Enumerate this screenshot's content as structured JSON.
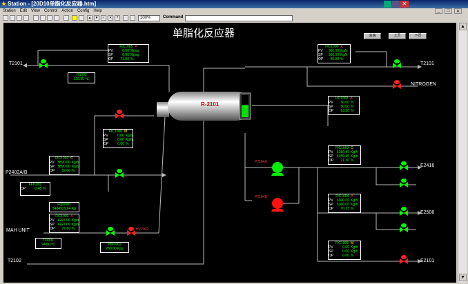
{
  "window": {
    "title": "Station - [20D10单脂化反应器.htm]"
  },
  "menu": [
    "Station",
    "Edit",
    "View",
    "Control",
    "Action",
    "Config",
    "Help"
  ],
  "toolbar": {
    "zoom": "100%",
    "command_label": "Command",
    "command_value": ""
  },
  "page": {
    "title": "单脂化反应器"
  },
  "nav": {
    "btn1": "总貌",
    "btn2": "上页",
    "btn3": "下页"
  },
  "reactor": {
    "name": "R-2101",
    "level_fraction": 0.55
  },
  "lines": {
    "t2101_left": "T2101",
    "t2101_right": "T2101",
    "nitrogen": "NITROGEN",
    "p2402": "P2402A/B",
    "e2416": "E2416",
    "e2506": "E2506",
    "e2101": "E2101",
    "t2102": "T2102",
    "mah": "MAH   UNIT",
    "p2104a": "P2104A",
    "p2104b": "P2104B",
    "hv2002": "HV2002"
  },
  "tags": {
    "fic1005": {
      "tag": "FIC1005",
      "mode": "A",
      "pv": "0.90",
      "pvu": "Mpag",
      "sp": "0.90",
      "spu": "Mpag",
      "op": "73.00",
      "opu": "%"
    },
    "ti1002": {
      "tag": "TI1002",
      "v": "119.95 ℃"
    },
    "fic1006": {
      "tag": "FIC1006",
      "mode": "M",
      "pv": "0.00",
      "pvu": "Kg/h",
      "sp": "0.00",
      "spu": "Kg/h",
      "op": "0.00",
      "opu": "%"
    },
    "fic1007": {
      "tag": "FIC1007",
      "mode": "C",
      "pv": "5890.00",
      "pvu": "Kg/h",
      "sp": "5890.00",
      "spu": "Kg/h",
      "op": "52.06",
      "opu": "%"
    },
    "ffi1001": {
      "tag": "FFI1001",
      "op": "0.48",
      "opu": "%"
    },
    "fqi1001": {
      "tag": "FQI1001",
      "v": "5404929.64   Kg"
    },
    "fic1001": {
      "tag": "FIC1001",
      "mode": "A",
      "pv": "4227.00",
      "pvu": "Kg/h",
      "sp": "4227.00",
      "spu": "Kg/h",
      "op": "77.60",
      "opu": "%"
    },
    "ti1001": {
      "tag": "TI1001",
      "v": "94.00 ℃"
    },
    "pdi1002": {
      "tag": "PDI1002",
      "v": "260.00   Kps"
    },
    "fic1000": {
      "tag": "FIC1000",
      "mode": "A",
      "pv": "300.00",
      "pvu": "Kg/h",
      "sp": "300.00",
      "spu": "Kg/h",
      "op": "90.00",
      "opu": "%"
    },
    "lic1002": {
      "tag": "LIC1002",
      "mode": "A",
      "pv": "50.00",
      "pvu": "%",
      "sp": "50.00",
      "spu": "%",
      "op": "63.26",
      "opu": "%"
    },
    "fic1003": {
      "tag": "FIC1003",
      "mode": "C",
      "pv": "6350.45",
      "pvu": "Kg/h",
      "sp": "6350.45",
      "spu": "Kg/h",
      "op": "71.30",
      "opu": "%"
    },
    "fic1004": {
      "tag": "FIC1004",
      "mode": "A",
      "pv": "6300.00",
      "pvu": "Kg/h",
      "sp": "6300.00",
      "spu": "Kg/h",
      "op": "70.73",
      "opu": "%"
    },
    "fic1005b": {
      "tag": "FIC1005",
      "mode": "M",
      "pv": "0.00",
      "pvu": "Kg/h",
      "sp": "0.00",
      "spu": "Kg/h",
      "op": "0.00",
      "opu": "%"
    }
  },
  "colors": {
    "valve_open": "#00ff00",
    "valve_closed": "#ff2020",
    "pipe": "#c0c0c0",
    "value": "#00ff00"
  }
}
